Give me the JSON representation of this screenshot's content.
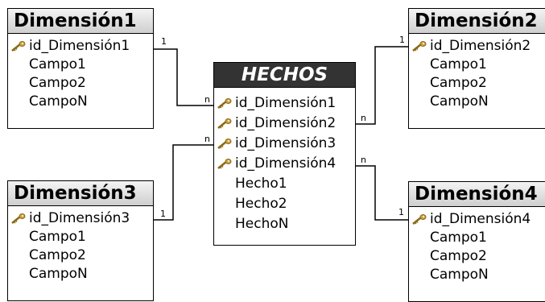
{
  "icons": {
    "key": "key-icon"
  },
  "tables": {
    "dim1": {
      "title": "Dimensión1",
      "fields": [
        "id_Dimensión1",
        "Campo1",
        "Campo2",
        "CampoN"
      ]
    },
    "dim2": {
      "title": "Dimensión2",
      "fields": [
        "id_Dimensión2",
        "Campo1",
        "Campo2",
        "CampoN"
      ]
    },
    "dim3": {
      "title": "Dimensión3",
      "fields": [
        "id_Dimensión3",
        "Campo1",
        "Campo2",
        "CampoN"
      ]
    },
    "dim4": {
      "title": "Dimensión4",
      "fields": [
        "id_Dimensión4",
        "Campo1",
        "Campo2",
        "CampoN"
      ]
    },
    "fact": {
      "title": "HECHOS",
      "fields": [
        "id_Dimensión1",
        "id_Dimensión2",
        "id_Dimensión3",
        "id_Dimensión4",
        "Hecho1",
        "Hecho2",
        "HechoN"
      ]
    }
  },
  "relationships": [
    {
      "from": "dim1",
      "to": "fact",
      "one": "1",
      "many": "n"
    },
    {
      "from": "dim2",
      "to": "fact",
      "one": "1",
      "many": "n"
    },
    {
      "from": "dim3",
      "to": "fact",
      "one": "1",
      "many": "n"
    },
    {
      "from": "dim4",
      "to": "fact",
      "one": "1",
      "many": "n"
    }
  ]
}
